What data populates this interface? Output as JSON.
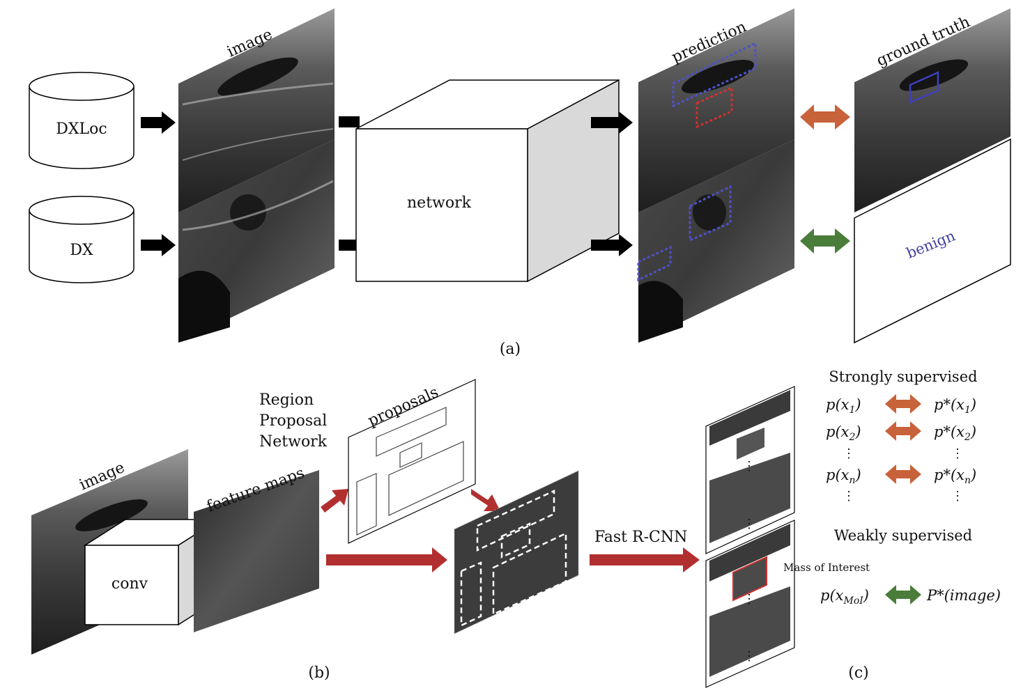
{
  "panel_a": {
    "caption": "(a)",
    "datasets": [
      "DXLoc",
      "DX"
    ],
    "image_label": "image",
    "network_label": "network",
    "prediction_label": "prediction",
    "ground_truth_label": "ground truth",
    "benign_label": "benign"
  },
  "panel_b": {
    "caption": "(b)",
    "image_label": "image",
    "conv_label": "conv",
    "feature_maps_label": "feature maps",
    "rpn_lines": [
      "Region",
      "Proposal",
      "Network"
    ],
    "proposals_label": "proposals",
    "fast_rcnn_label": "Fast R-CNN"
  },
  "panel_c": {
    "caption": "(c)",
    "strong_title": "Strongly supervised",
    "weak_title": "Weakly supervised",
    "mass_of_interest_label": "Mass of Interest",
    "ellipsis": "⋮",
    "strong_rows": [
      {
        "left": "p(x",
        "sub": "1",
        "right": "p*(x",
        "rsub": "1"
      },
      {
        "left": "p(x",
        "sub": "2",
        "right": "p*(x",
        "rsub": "2"
      },
      {
        "left": "p(x",
        "sub": "n",
        "right": "p*(x",
        "rsub": "n"
      }
    ],
    "weak_left": "p(x",
    "weak_sub": "MoI",
    "weak_right": "P*(image)"
  },
  "colors": {
    "orange_arrow": "#c8623a",
    "green_arrow": "#4a7d3a",
    "red_arrow": "#b22f2f",
    "pred_blue": "#5050c8",
    "pred_red": "#d03030",
    "benign_text": "#4040a0"
  }
}
